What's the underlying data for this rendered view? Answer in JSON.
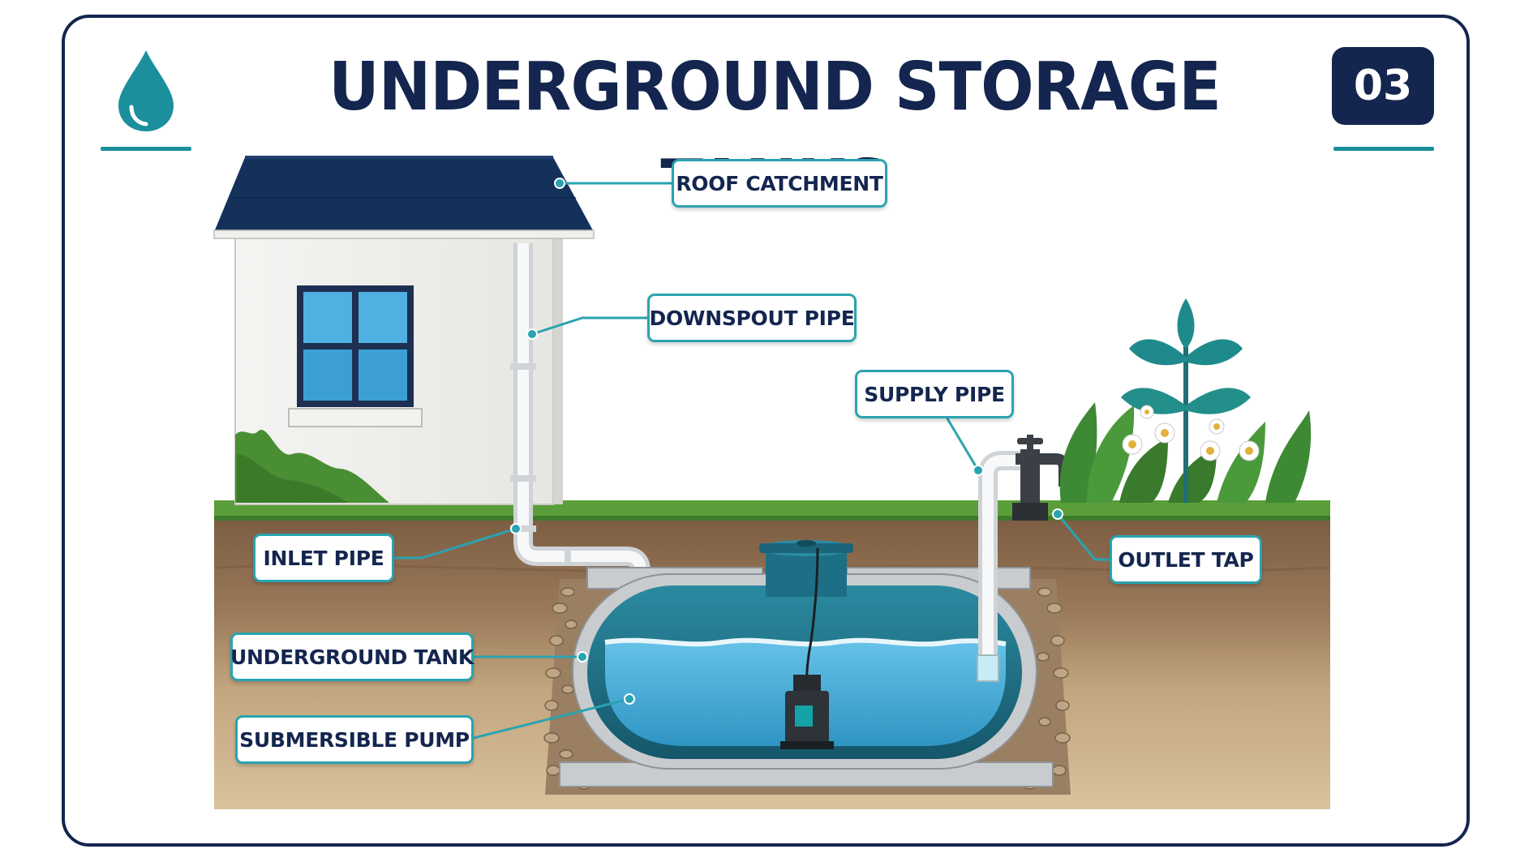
{
  "title": "UNDERGROUND STORAGE TANKS",
  "badge": "03",
  "icons": {
    "header": "water-drop-icon"
  },
  "colors": {
    "navy": "#14264f",
    "teal": "#1b8f9c",
    "water": "#4fb3dd",
    "tank": "#1d6f86",
    "grass": "#5a9e3a",
    "soil": "#8a6a4e",
    "sand": "#cdb590"
  },
  "labels": {
    "roof_catchment": "ROOF CATCHMENT",
    "downspout_pipe": "DOWNSPOUT PIPE",
    "supply_pipe": "SUPPLY PIPE",
    "inlet_pipe": "INLET PIPE",
    "outlet_tap": "OUTLET TAP",
    "underground_tank": "UNDERGROUND TANK",
    "submersible_pump": "SUBMERSIBLE PUMP"
  }
}
